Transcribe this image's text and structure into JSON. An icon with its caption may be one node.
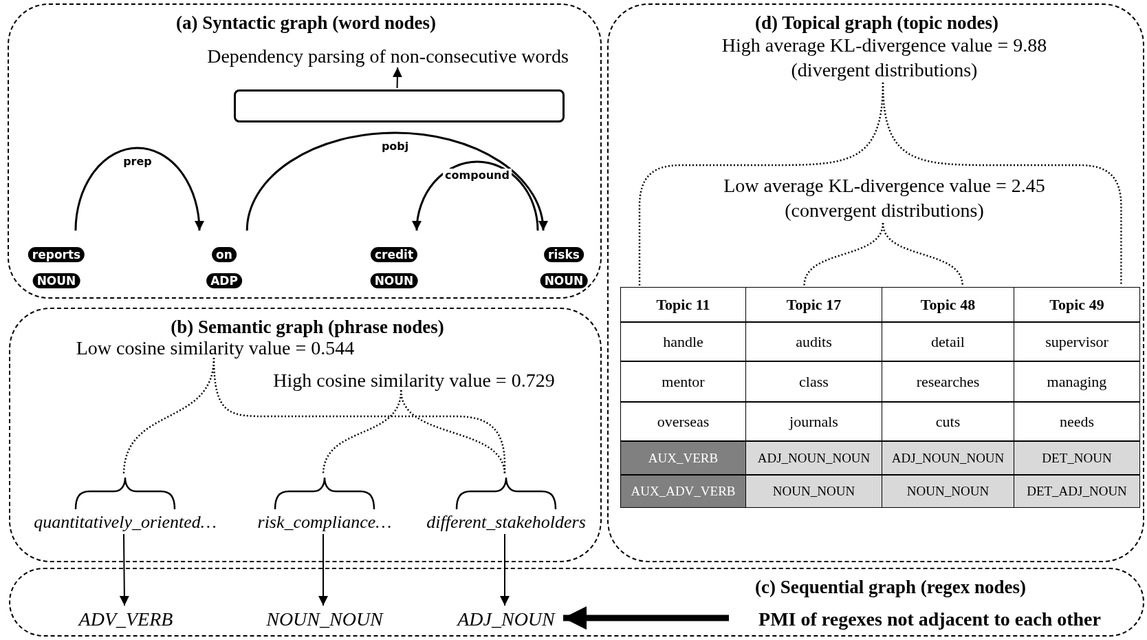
{
  "diagram": {
    "nodes": [
      {
        "text": [
          "(a) Syntactic graph (word nodes)"
        ]
      },
      {
        "text": [
          "Dependency parsing of non-consecutive words"
        ],
        "in": 0
      },
      {
        "text": [],
        "shape": "box",
        "in": 0
      },
      {
        "text": [
          "reports",
          "NOUN"
        ],
        "in": 0
      },
      {
        "text": [
          "on",
          "ADP"
        ],
        "in": 0
      },
      {
        "text": [
          "credit",
          "NOUN"
        ],
        "in": 0
      },
      {
        "text": [
          "risks",
          "NOUN"
        ],
        "in": 0
      },
      {
        "text": [
          "(b) Semantic graph (phrase nodes)"
        ]
      },
      {
        "text": [
          "Low cosine similarity value = 0.544"
        ],
        "in": 7
      },
      {
        "text": [
          "High cosine similarity value = 0.729"
        ],
        "in": 7
      },
      {
        "text": [
          "quantitatively_oriented…"
        ],
        "in": 7
      },
      {
        "text": [
          "risk_compliance…"
        ],
        "in": 7
      },
      {
        "text": [
          "different_stakeholders"
        ],
        "in": 7
      },
      {
        "text": [
          "(c) Sequential graph (regex nodes)"
        ]
      },
      {
        "text": [
          "ADV_VERB"
        ],
        "in": 13
      },
      {
        "text": [
          "NOUN_NOUN"
        ],
        "in": 13
      },
      {
        "text": [
          "ADJ_NOUN"
        ],
        "in": 13
      },
      {
        "text": [
          "PMI of regexes not adjacent to each other"
        ],
        "in": 13
      },
      {
        "text": [
          "(d) Topical graph (topic nodes)"
        ]
      },
      {
        "text": [
          "High average KL-divergence value = 9.88 (divergent distributions)"
        ],
        "in": 18
      },
      {
        "text": [
          "Low average KL-divergence value = 2.45 (convergent distributions)"
        ],
        "in": 18
      },
      {
        "text": [
          "Topic 11",
          "handle",
          "mentor",
          "overseas",
          "AUX_VERB",
          "AUX_ADV_VERB"
        ],
        "in": 18
      },
      {
        "text": [
          "Topic 17",
          "audits",
          "class",
          "journals",
          "ADJ_NOUN_NOUN",
          "NOUN_NOUN"
        ],
        "in": 18
      },
      {
        "text": [
          "Topic 48",
          "detail",
          "researches",
          "cuts",
          "ADJ_NOUN_NOUN",
          "NOUN_NOUN"
        ],
        "in": 18
      },
      {
        "text": [
          "Topic 49",
          "supervisor",
          "managing",
          "needs",
          "DET_NOUN",
          "DET_ADJ_NOUN"
        ],
        "in": 18
      }
    ],
    "edges": [
      {
        "from": 3,
        "to": 4,
        "arrow": "to",
        "label": "prep"
      },
      {
        "from": 4,
        "to": 6,
        "arrow": "to",
        "label": "pobj"
      },
      {
        "from": 6,
        "to": 5,
        "arrow": "to",
        "label": "compound"
      },
      {
        "from": 2,
        "to": 1,
        "arrow": "to"
      },
      {
        "from": 8,
        "to": 10,
        "arrow": "none",
        "style": "dashed"
      },
      {
        "from": 8,
        "to": 12,
        "arrow": "none",
        "style": "dashed"
      },
      {
        "from": 9,
        "to": 11,
        "arrow": "none",
        "style": "dashed"
      },
      {
        "from": 9,
        "to": 12,
        "arrow": "none",
        "style": "dashed"
      },
      {
        "from": 10,
        "to": 14,
        "arrow": "to"
      },
      {
        "from": 11,
        "to": 15,
        "arrow": "to"
      },
      {
        "from": 12,
        "to": 16,
        "arrow": "to"
      },
      {
        "from": 17,
        "to": 16,
        "arrow": "to",
        "style": "thick"
      },
      {
        "from": 19,
        "to": 21,
        "arrow": "none",
        "style": "dashed"
      },
      {
        "from": 19,
        "to": 24,
        "arrow": "none",
        "style": "dashed"
      },
      {
        "from": 20,
        "to": 22,
        "arrow": "none",
        "style": "dashed"
      },
      {
        "from": 20,
        "to": 23,
        "arrow": "none",
        "style": "dashed"
      }
    ]
  }
}
